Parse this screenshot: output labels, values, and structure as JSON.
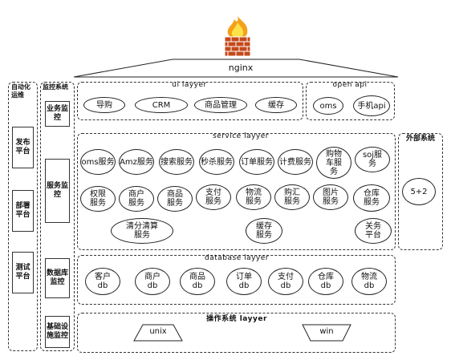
{
  "nginx": "nginx",
  "left_column": {
    "title": "自动化运维",
    "items": [
      "发布平台",
      "部署平台",
      "测试平台"
    ]
  },
  "monitor_column": {
    "title": "监控系统",
    "items": [
      "业务监控",
      "服务监控",
      "数据库监控",
      "基础设施监控"
    ]
  },
  "ui_layer": {
    "title": "ui layyer",
    "items": [
      "导购",
      "CRM",
      "商品管理",
      "缓存"
    ]
  },
  "open_api": {
    "title": "open api",
    "items": [
      "oms",
      "手机api"
    ]
  },
  "service_layer": {
    "title": "service layyer",
    "row1": [
      "oms服务",
      "Amz服务",
      "搜索服务",
      "秒杀服务",
      "订单服务",
      "计费服务",
      "购物车服务",
      "soj服务"
    ],
    "row2": [
      "权限服务",
      "商户服务",
      "商品服务",
      "支付服务",
      "物流服务",
      "购汇服务",
      "图片服务",
      "仓库服务"
    ],
    "row3": [
      "清分清算服务",
      "缓存服务",
      "关务平台"
    ]
  },
  "external": {
    "title": "外部系统",
    "item": "5+2"
  },
  "database_layer": {
    "title": "database layyer",
    "items": [
      "客户db",
      "商户db",
      "商品db",
      "订单db",
      "支付db",
      "仓库db",
      "物流db"
    ]
  },
  "os_layer": {
    "title": "操作系统 layyer",
    "items": [
      "unix",
      "win"
    ]
  }
}
